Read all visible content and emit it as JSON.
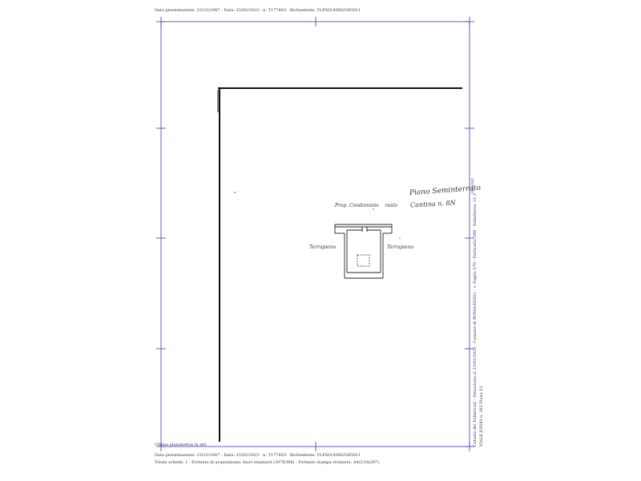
{
  "header": {
    "top_line": "Data presentazione: 23/12/1987 - Data: 23/02/2023 - n. T177603 - Richiedente: VLPSLV40M25H501I"
  },
  "plan": {
    "title": "Piano Seminterrato",
    "subtitle": "Cantina n. 8N",
    "label_top": "Prop. Condominio",
    "label_top_2": "resto",
    "label_left": "Terrapieno",
    "label_right": "Terrapieno"
  },
  "side": {
    "blue_mark": "intestat",
    "line1": "Catasto dei Fabbricati - Situazione al 23/02/2023 - Comune di ROMA(H501) - < Foglio 570 - Particella 289 - Subalterno 13 >",
    "line2": "VIALE JONIO n. 363 Piano S1"
  },
  "footer": {
    "last_plan": "Ultima planimetria in atti",
    "line1": "Data presentazione: 23/12/1987 - Data: 23/02/2023 - n. T177603 - Richiedente: VLPSLV40M25H501I",
    "line2": "Totale schede: 1 - Formato di acquisizione: fuori standard (297X396) - Formato stampa richiesto: A4(210x297)"
  },
  "colors": {
    "frame": "#3b3bb5",
    "ink": "#222222"
  }
}
